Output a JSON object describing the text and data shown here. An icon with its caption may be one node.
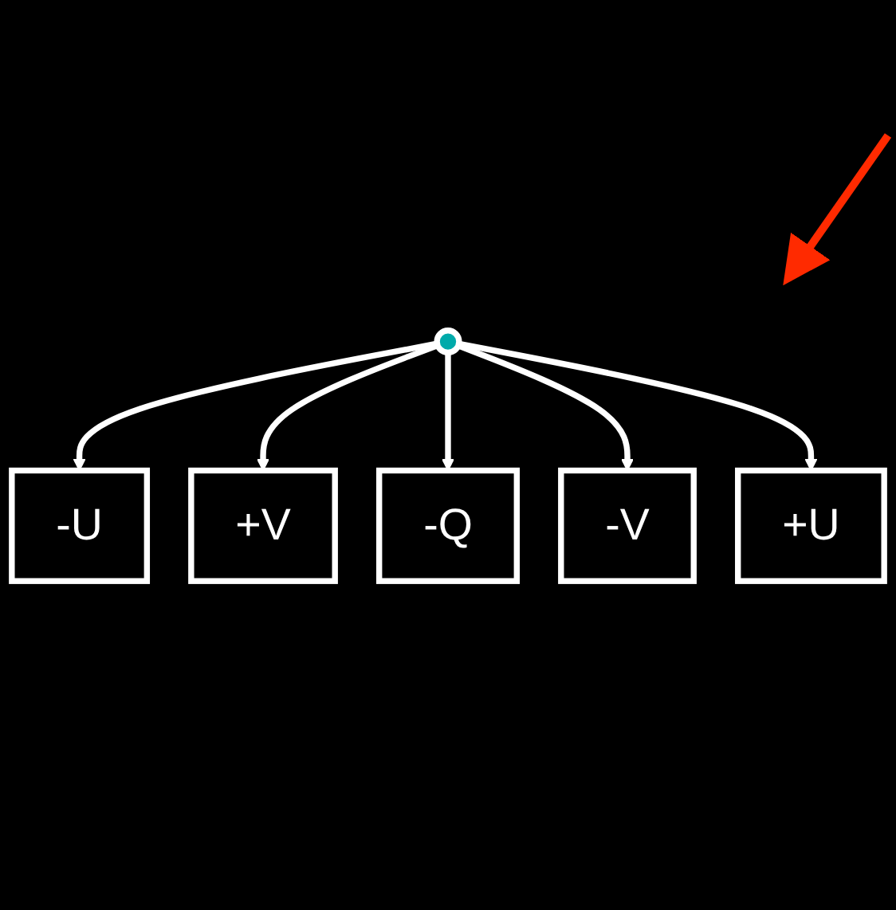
{
  "diagram": {
    "nodes": [
      {
        "text": [],
        "shape": "ellipse"
      },
      {
        "text": [
          "-U"
        ]
      },
      {
        "text": [
          "+V"
        ]
      },
      {
        "text": [
          "-V"
        ]
      },
      {
        "text": [
          "+U"
        ]
      },
      {
        "text": [
          "-Q"
        ]
      }
    ],
    "edges": [
      {
        "from": 0,
        "to": 1,
        "arrow": "to"
      },
      {
        "from": 0,
        "to": 2,
        "arrow": "to"
      },
      {
        "from": 0,
        "to": 5,
        "arrow": "to"
      },
      {
        "from": 0,
        "to": 3,
        "arrow": "to"
      },
      {
        "from": 0,
        "to": 4,
        "arrow": "to"
      }
    ]
  }
}
